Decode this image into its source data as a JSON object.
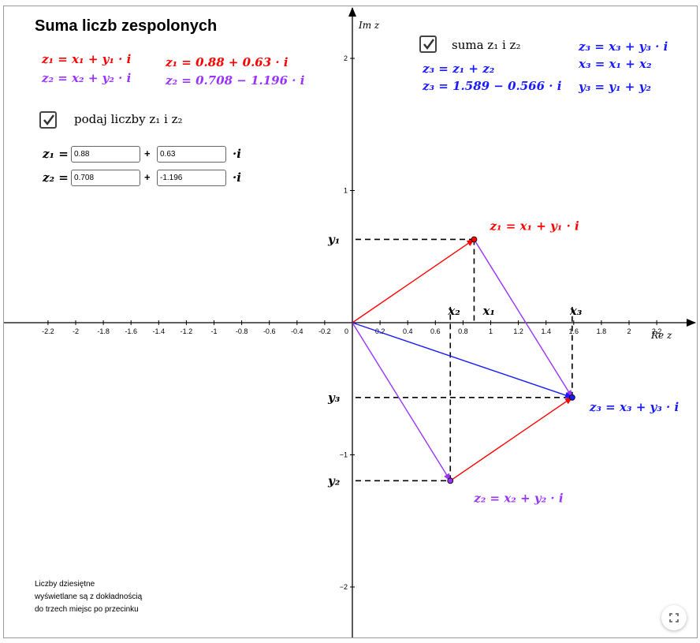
{
  "app": {
    "title": "Suma liczb zespolonych",
    "note_lines": [
      "Liczby dziesiętne",
      "wyświetlane są z dokładnością",
      "do trzech miejsc po przecinku"
    ]
  },
  "colors": {
    "z1": "#ff0000",
    "z2": "#9933ff",
    "z3": "#1a1aff"
  },
  "formulas": {
    "z1_def": "z₁ = x₁ + y₁ · i",
    "z2_def": "z₂ = x₂ + y₂ · i",
    "z1_val": "z₁ = 0.88 + 0.63 · i",
    "z2_val": "z₂ = 0.708 − 1.196 · i",
    "z3_sum": "z₃ = z₁ + z₂",
    "z3_val": "z₃ = 1.589 − 0.566 · i",
    "z3_def": "z₃ = x₃ + y₃ · i",
    "x3_def": "x₃ = x₁ + x₂",
    "y3_def": "y₃ = y₁ + y₂"
  },
  "controls": {
    "show_inputs": {
      "checked": true,
      "label": "podaj liczby z₁ i z₂",
      "icon": "checkmark-icon"
    },
    "show_sum": {
      "checked": true,
      "label": "suma z₁ i z₂",
      "icon": "checkmark-icon"
    },
    "z1_label": "z₁ =",
    "z2_label": "z₂ =",
    "plus": "+",
    "times_i": "·i",
    "z1_re": "0.88",
    "z1_im": "0.63",
    "z2_re": "0.708",
    "z2_im": "-1.196"
  },
  "fullscreen_icon": "fullscreen-icon",
  "chart_data": {
    "type": "scatter",
    "xlabel": "Re z",
    "ylabel": "Im z",
    "xlim": [
      -2.3,
      2.4
    ],
    "ylim": [
      -2.4,
      2.4
    ],
    "x_ticks": [
      "-2.2",
      "-2",
      "-1.8",
      "-1.6",
      "-1.4",
      "-1.2",
      "-1",
      "-0.8",
      "-0.6",
      "-0.4",
      "-0.2",
      "0",
      "0.2",
      "0.4",
      "0.6",
      "0.8",
      "1",
      "1.2",
      "1.4",
      "1.6",
      "1.8",
      "2",
      "2.2"
    ],
    "x_tick_values": [
      -2.2,
      -2,
      -1.8,
      -1.6,
      -1.4,
      -1.2,
      -1,
      -0.8,
      -0.6,
      -0.4,
      -0.2,
      0,
      0.2,
      0.4,
      0.6,
      0.8,
      1,
      1.2,
      1.4,
      1.6,
      1.8,
      2,
      2.2
    ],
    "y_ticks": [
      "2",
      "1",
      "−1",
      "−2"
    ],
    "y_tick_values": [
      2,
      1,
      -1,
      -2
    ],
    "grid": false,
    "points": [
      {
        "name": "z₁ = x₁ + y₁ · i",
        "x": 0.88,
        "y": 0.63,
        "color": "#ff0000"
      },
      {
        "name": "z₂ = x₂ + y₂ · i",
        "x": 0.708,
        "y": -1.196,
        "color": "#9933ff"
      },
      {
        "name": "z₃ = x₃ + y₃ · i",
        "x": 1.589,
        "y": -0.566,
        "color": "#1a1aff"
      }
    ],
    "projection_labels": {
      "x1": "x₁",
      "x2": "x₂",
      "x3": "x₃",
      "y1": "y₁",
      "y2": "y₂",
      "y3": "y₃"
    }
  }
}
